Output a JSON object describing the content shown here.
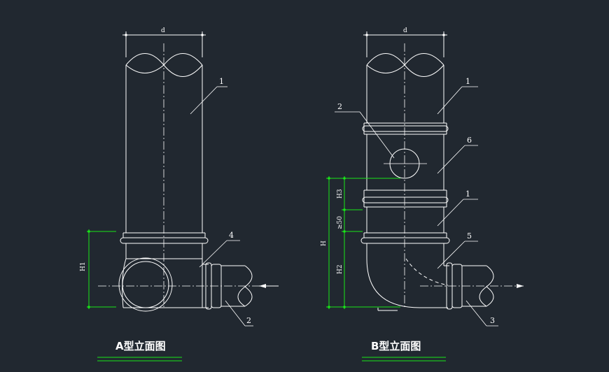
{
  "view_a": {
    "title": "A型立面图",
    "dim_d": "d",
    "dim_h1": "H1",
    "callouts": [
      "1",
      "4",
      "2"
    ]
  },
  "view_b": {
    "title": "B型立面图",
    "dim_d": "d",
    "dim_h": "H",
    "dim_h3": "H3",
    "dim_50": "≥50",
    "dim_h2": "H2",
    "callouts": [
      "2",
      "1",
      "6",
      "1",
      "5",
      "3"
    ]
  },
  "colors": {
    "background": "#212830",
    "line": "#ffffff",
    "dimension": "#19e619"
  }
}
